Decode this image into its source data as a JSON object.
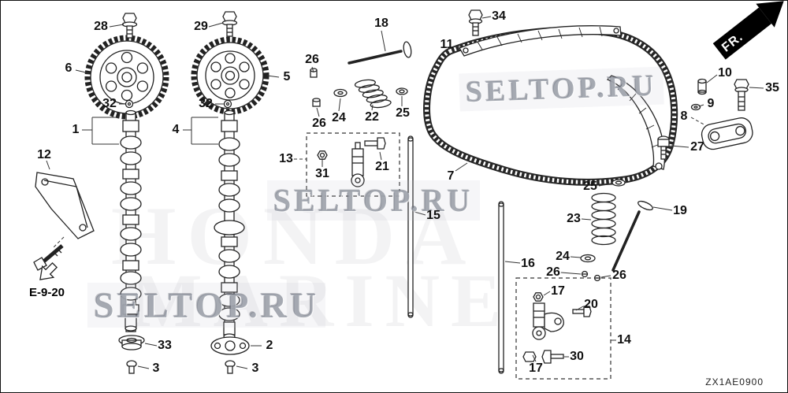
{
  "page": {
    "fr_label": "FR.",
    "ref_code": "E-9-20",
    "diagram_code": "ZX1AE0900"
  },
  "watermarks": {
    "site": "SELTOP.RU",
    "background_line1": "HONDA",
    "background_line2": "MARINE"
  },
  "callouts": [
    {
      "label": "28"
    },
    {
      "label": "29"
    },
    {
      "label": "6"
    },
    {
      "label": "5"
    },
    {
      "label": "32"
    },
    {
      "label": "32"
    },
    {
      "label": "1"
    },
    {
      "label": "4"
    },
    {
      "label": "12"
    },
    {
      "label": "26"
    },
    {
      "label": "18"
    },
    {
      "label": "24"
    },
    {
      "label": "22"
    },
    {
      "label": "25"
    },
    {
      "label": "26"
    },
    {
      "label": "13"
    },
    {
      "label": "31"
    },
    {
      "label": "21"
    },
    {
      "label": "11"
    },
    {
      "label": "34"
    },
    {
      "label": "10"
    },
    {
      "label": "35"
    },
    {
      "label": "9"
    },
    {
      "label": "8"
    },
    {
      "label": "27"
    },
    {
      "label": "7"
    },
    {
      "label": "25"
    },
    {
      "label": "19"
    },
    {
      "label": "23"
    },
    {
      "label": "24"
    },
    {
      "label": "26"
    },
    {
      "label": "26"
    },
    {
      "label": "16"
    },
    {
      "label": "15"
    },
    {
      "label": "17"
    },
    {
      "label": "20"
    },
    {
      "label": "30"
    },
    {
      "label": "17"
    },
    {
      "label": "14"
    },
    {
      "label": "33"
    },
    {
      "label": "2"
    },
    {
      "label": "3"
    },
    {
      "label": "3"
    }
  ]
}
